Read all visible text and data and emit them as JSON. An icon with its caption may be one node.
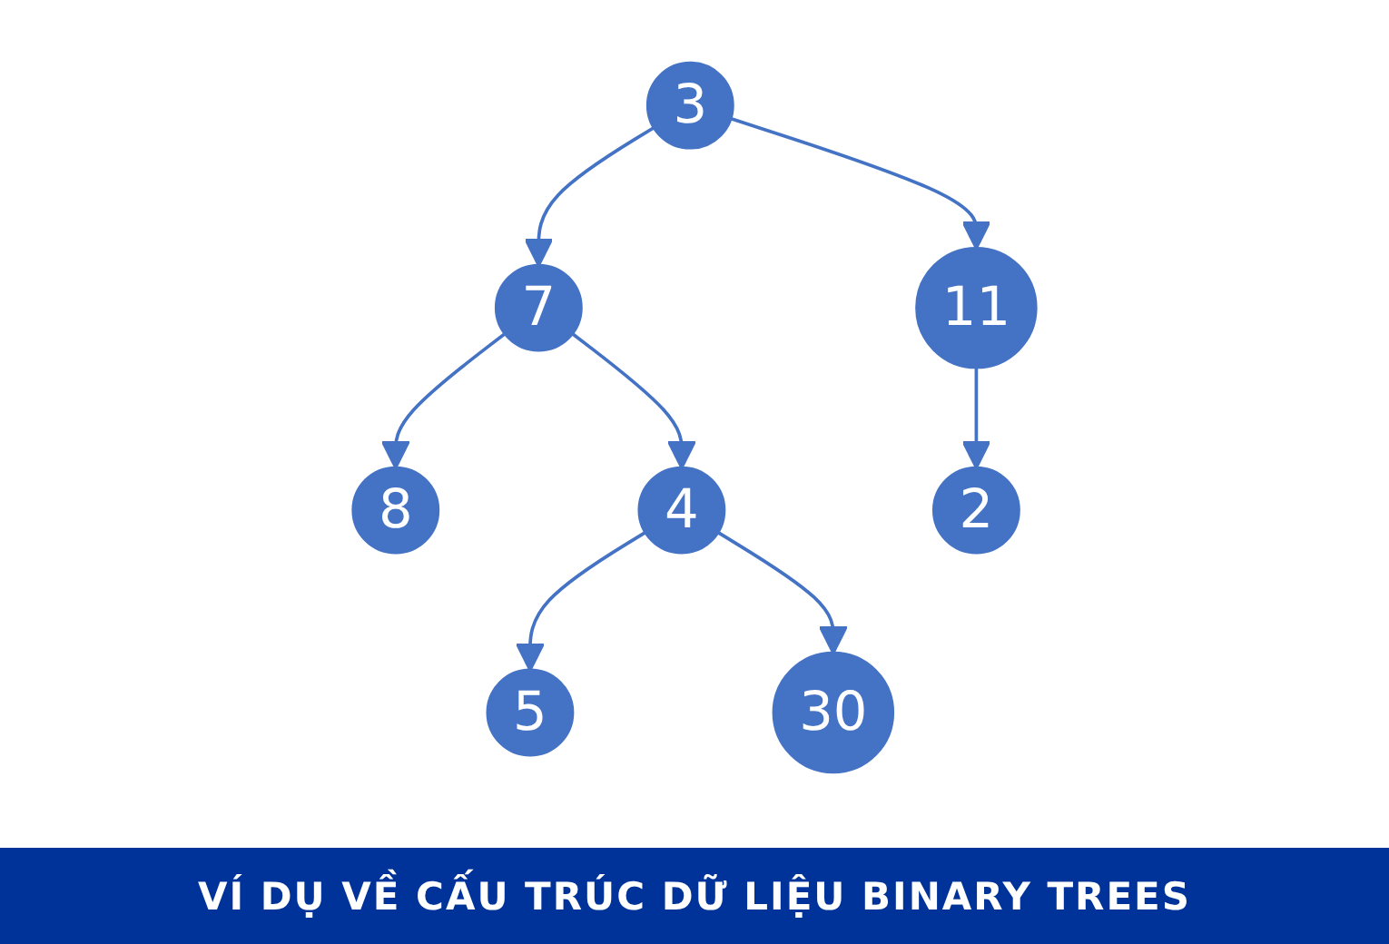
{
  "diagram": {
    "caption": "VÍ DỤ VỀ CẤU TRÚC DỮ LIỆU BINARY TREES",
    "nodes": [
      {
        "text": [
          "3"
        ]
      },
      {
        "text": [
          "7"
        ]
      },
      {
        "text": [
          "11"
        ]
      },
      {
        "text": [
          "8"
        ]
      },
      {
        "text": [
          "4"
        ]
      },
      {
        "text": [
          "2"
        ]
      },
      {
        "text": [
          "5"
        ]
      },
      {
        "text": [
          "30"
        ]
      }
    ],
    "edges": [
      {
        "from": 0,
        "to": 1,
        "arrow": "to"
      },
      {
        "from": 0,
        "to": 2,
        "arrow": "to"
      },
      {
        "from": 1,
        "to": 3,
        "arrow": "to"
      },
      {
        "from": 1,
        "to": 4,
        "arrow": "to"
      },
      {
        "from": 2,
        "to": 5,
        "arrow": "to"
      },
      {
        "from": 4,
        "to": 6,
        "arrow": "to"
      },
      {
        "from": 4,
        "to": 7,
        "arrow": "to"
      }
    ]
  }
}
